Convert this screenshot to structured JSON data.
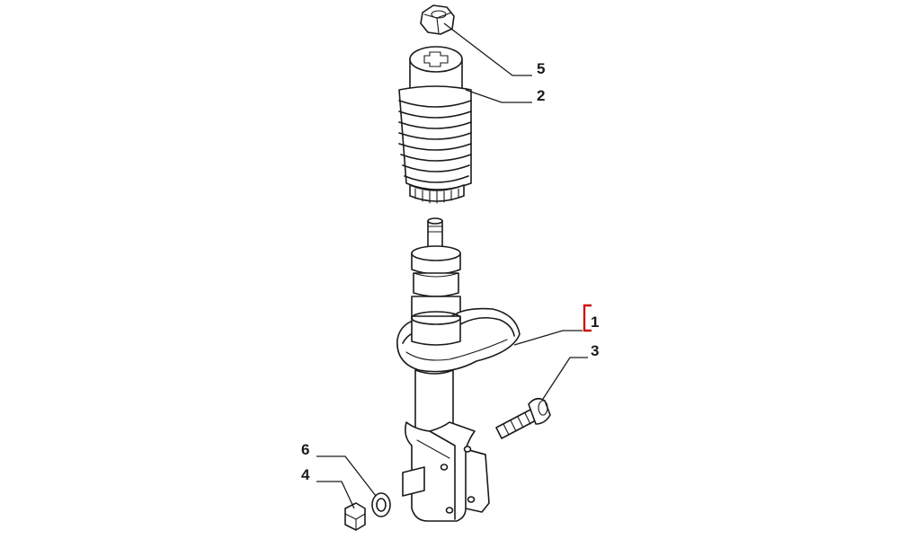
{
  "callouts": [
    {
      "id": "1",
      "label": "1",
      "part": "strut-assembly"
    },
    {
      "id": "2",
      "label": "2",
      "part": "dust-boot-bump-stop"
    },
    {
      "id": "3",
      "label": "3",
      "part": "mounting-bolt"
    },
    {
      "id": "4",
      "label": "4",
      "part": "nut-lower"
    },
    {
      "id": "5",
      "label": "5",
      "part": "nut-top"
    },
    {
      "id": "6",
      "label": "6",
      "part": "washer"
    }
  ],
  "highlight": {
    "callout": "1",
    "color": "#cc1111"
  },
  "colors": {
    "line": "#1a1a1a",
    "background": "#ffffff"
  }
}
